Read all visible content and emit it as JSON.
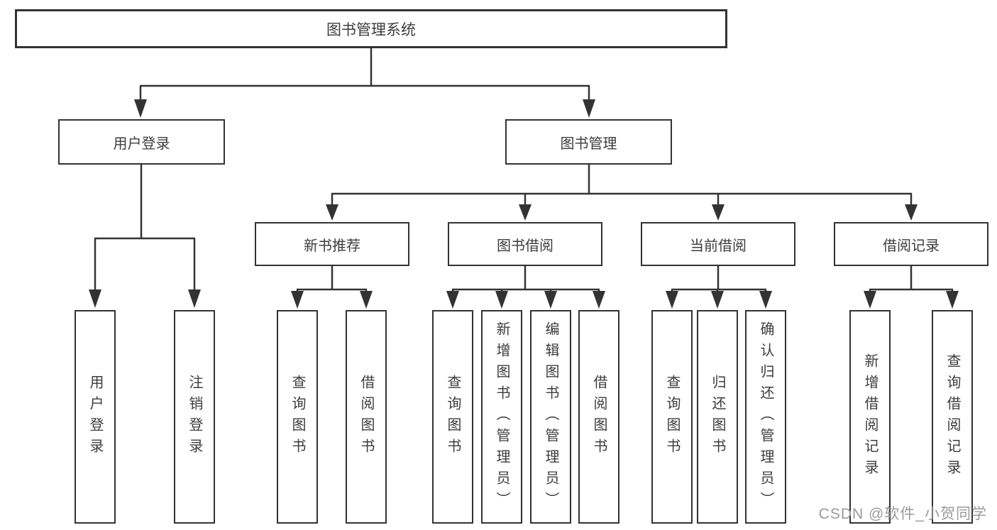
{
  "diagram": {
    "root": {
      "label": "图书管理系统"
    },
    "level2": [
      {
        "label": "用户登录"
      },
      {
        "label": "图书管理"
      }
    ],
    "level3": [
      {
        "label": "新书推荐"
      },
      {
        "label": "图书借阅"
      },
      {
        "label": "当前借阅"
      },
      {
        "label": "借阅记录"
      }
    ],
    "leaves": {
      "user_login": [
        {
          "label": "用户登录"
        },
        {
          "label": "注销登录"
        }
      ],
      "new_books": [
        {
          "label": "查询图书"
        },
        {
          "label": "借阅图书"
        }
      ],
      "book_borrow": [
        {
          "label": "查询图书"
        },
        {
          "label": "新增图书（管理员）"
        },
        {
          "label": "编辑图书（管理员）"
        },
        {
          "label": "借阅图书"
        }
      ],
      "current_borrow": [
        {
          "label": "查询图书"
        },
        {
          "label": "归还图书"
        },
        {
          "label": "确认归还（管理员）"
        }
      ],
      "borrow_records": [
        {
          "label": "新增借阅记录"
        },
        {
          "label": "查询借阅记录"
        }
      ]
    },
    "watermark": "CSDN @软件_小贺同学",
    "colors": {
      "line": "#333333",
      "text": "#3c3c3c",
      "watermark": "#9a9a9a",
      "background": "#ffffff"
    }
  }
}
